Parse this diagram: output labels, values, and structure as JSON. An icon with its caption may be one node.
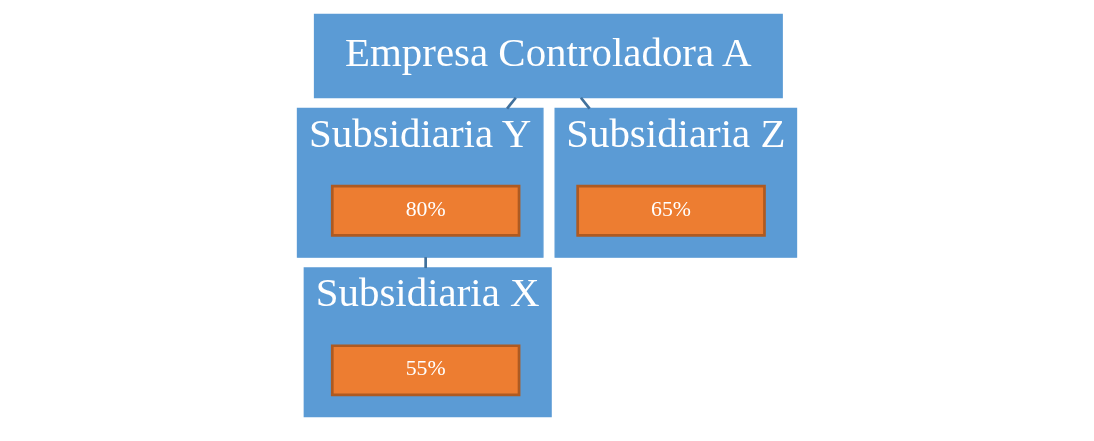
{
  "diagram": {
    "nodes": [
      {
        "text": [
          "Empresa Controladora A"
        ]
      },
      {
        "text": [
          "Subsidiaria X"
        ]
      },
      {
        "text": [
          "55%"
        ],
        "in": 1
      },
      {
        "text": [
          "Subsidiaria Y"
        ]
      },
      {
        "text": [
          "80%"
        ],
        "in": 3
      },
      {
        "text": [
          "Subsidiaria Z"
        ]
      },
      {
        "text": [
          "65%"
        ],
        "in": 5
      }
    ],
    "edges": [
      {
        "from": 0,
        "to": 3,
        "arrow": "none"
      },
      {
        "from": 0,
        "to": 5,
        "arrow": "none"
      },
      {
        "from": 3,
        "to": 1,
        "arrow": "none"
      }
    ]
  }
}
